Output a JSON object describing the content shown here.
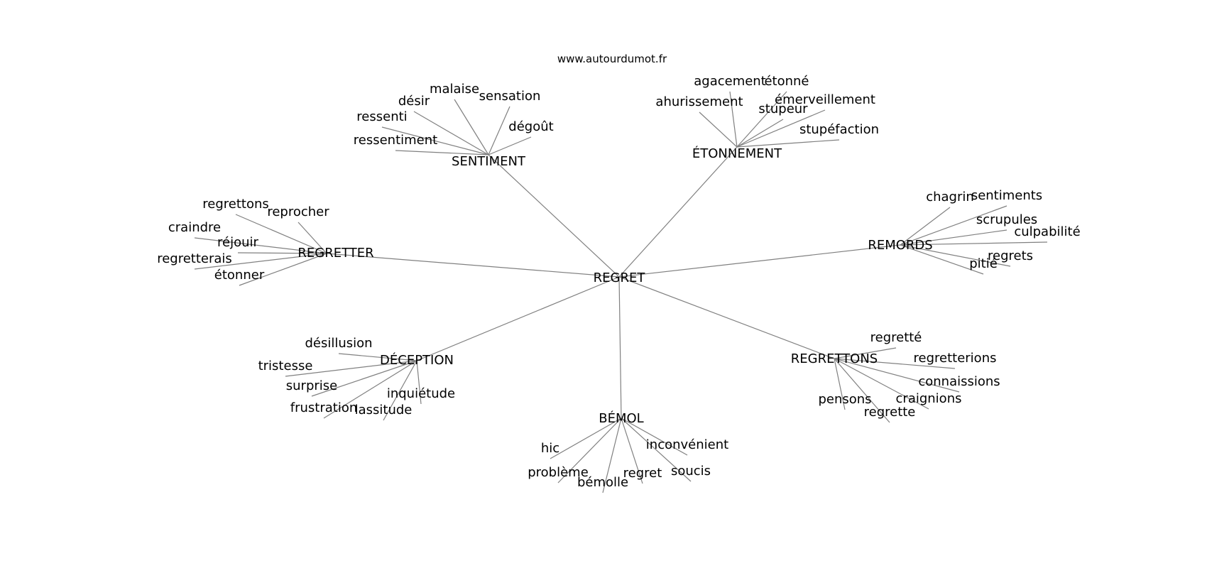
{
  "source": "www.autourdumot.fr",
  "center": "REGRET",
  "groups": [
    {
      "label": "SENTIMENT",
      "words": [
        "malaise",
        "sensation",
        "désir",
        "ressenti",
        "dégoût",
        "ressentiment"
      ]
    },
    {
      "label": "ÉTONNEMENT",
      "words": [
        "agacement",
        "étonné",
        "ahurissement",
        "émerveillement",
        "stupeur",
        "stupéfaction"
      ]
    },
    {
      "label": "REGRETTER",
      "words": [
        "regrettons",
        "reprocher",
        "craindre",
        "réjouir",
        "regretterais",
        "étonner"
      ]
    },
    {
      "label": "REMORDS",
      "words": [
        "chagrin",
        "sentiments",
        "scrupules",
        "culpabilité",
        "regrets",
        "pitié"
      ]
    },
    {
      "label": "DÉCEPTION",
      "words": [
        "désillusion",
        "tristesse",
        "surprise",
        "inquiétude",
        "frustration",
        "lassitude"
      ]
    },
    {
      "label": "REGRETTONS",
      "words": [
        "regretté",
        "regretterions",
        "connaissions",
        "craignions",
        "pensons",
        "regrette"
      ]
    },
    {
      "label": "BÉMOL",
      "words": [
        "hic",
        "inconvénient",
        "problème",
        "soucis",
        "regret",
        "bémolle"
      ]
    }
  ]
}
